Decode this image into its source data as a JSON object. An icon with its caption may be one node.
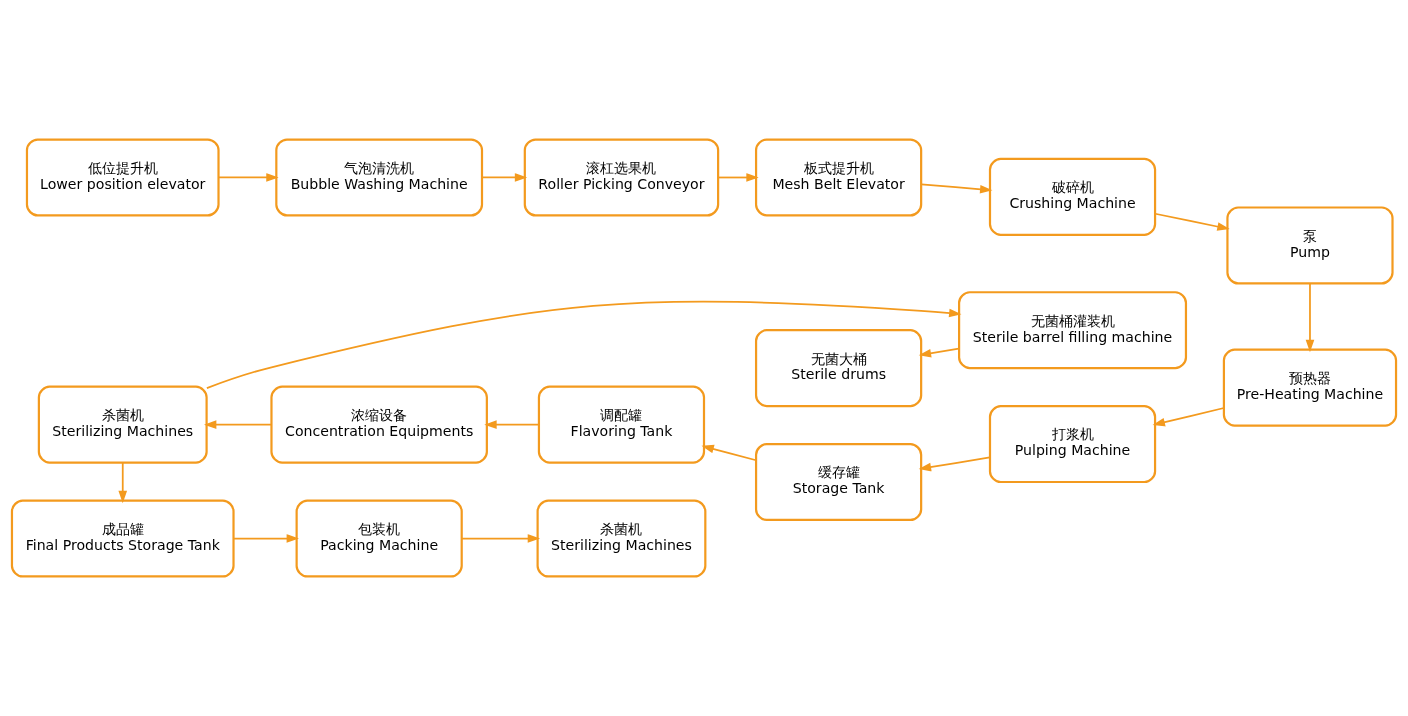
{
  "diagram": {
    "nodes": [
      {
        "text": [
          "低位提升机",
          "Lower position elevator"
        ]
      },
      {
        "text": [
          "气泡清洗机",
          "Bubble Washing Machine"
        ]
      },
      {
        "text": [
          "滚杠选果机",
          "Roller Picking Conveyor"
        ]
      },
      {
        "text": [
          "板式提升机",
          "Mesh Belt Elevator"
        ]
      },
      {
        "text": [
          "破碎机",
          "Crushing Machine"
        ]
      },
      {
        "text": [
          "泵",
          "Pump"
        ]
      },
      {
        "text": [
          "杀菌机",
          "Sterilizing Machines"
        ]
      },
      {
        "text": [
          "浓缩设备",
          "Concentration Equipments"
        ]
      },
      {
        "text": [
          "调配罐",
          "Flavoring Tank"
        ]
      },
      {
        "text": [
          "缓存罐",
          "Storage Tank"
        ]
      },
      {
        "text": [
          "打浆机",
          "Pulping Machine"
        ]
      },
      {
        "text": [
          "预热器",
          "Pre-Heating Machine"
        ]
      },
      {
        "text": [
          "成品罐",
          "Final Products Storage Tank"
        ]
      },
      {
        "text": [
          "包装机",
          "Packing Machine"
        ]
      },
      {
        "text": [
          "杀菌机",
          "Sterilizing Machines"
        ]
      },
      {
        "text": [
          "无菌大桶",
          "Sterile drums"
        ]
      },
      {
        "text": [
          "无菌桶灌装机",
          "Sterile barrel filling machine"
        ]
      }
    ],
    "edges": [
      {
        "from": 0,
        "to": 1,
        "arrow": "to"
      },
      {
        "from": 1,
        "to": 2,
        "arrow": "to"
      },
      {
        "from": 2,
        "to": 3,
        "arrow": "to"
      },
      {
        "from": 3,
        "to": 4,
        "arrow": "to"
      },
      {
        "from": 4,
        "to": 5,
        "arrow": "to"
      },
      {
        "from": 5,
        "to": 11,
        "arrow": "to"
      },
      {
        "from": 11,
        "to": 10,
        "arrow": "to"
      },
      {
        "from": 10,
        "to": 9,
        "arrow": "to"
      },
      {
        "from": 9,
        "to": 8,
        "arrow": "to"
      },
      {
        "from": 8,
        "to": 7,
        "arrow": "to"
      },
      {
        "from": 7,
        "to": 6,
        "arrow": "to"
      },
      {
        "from": 6,
        "to": 12,
        "arrow": "to"
      },
      {
        "from": 6,
        "to": 16,
        "arrow": "to"
      },
      {
        "from": 12,
        "to": 13,
        "arrow": "to"
      },
      {
        "from": 13,
        "to": 14,
        "arrow": "to"
      },
      {
        "from": 16,
        "to": 15,
        "arrow": "to"
      }
    ]
  }
}
